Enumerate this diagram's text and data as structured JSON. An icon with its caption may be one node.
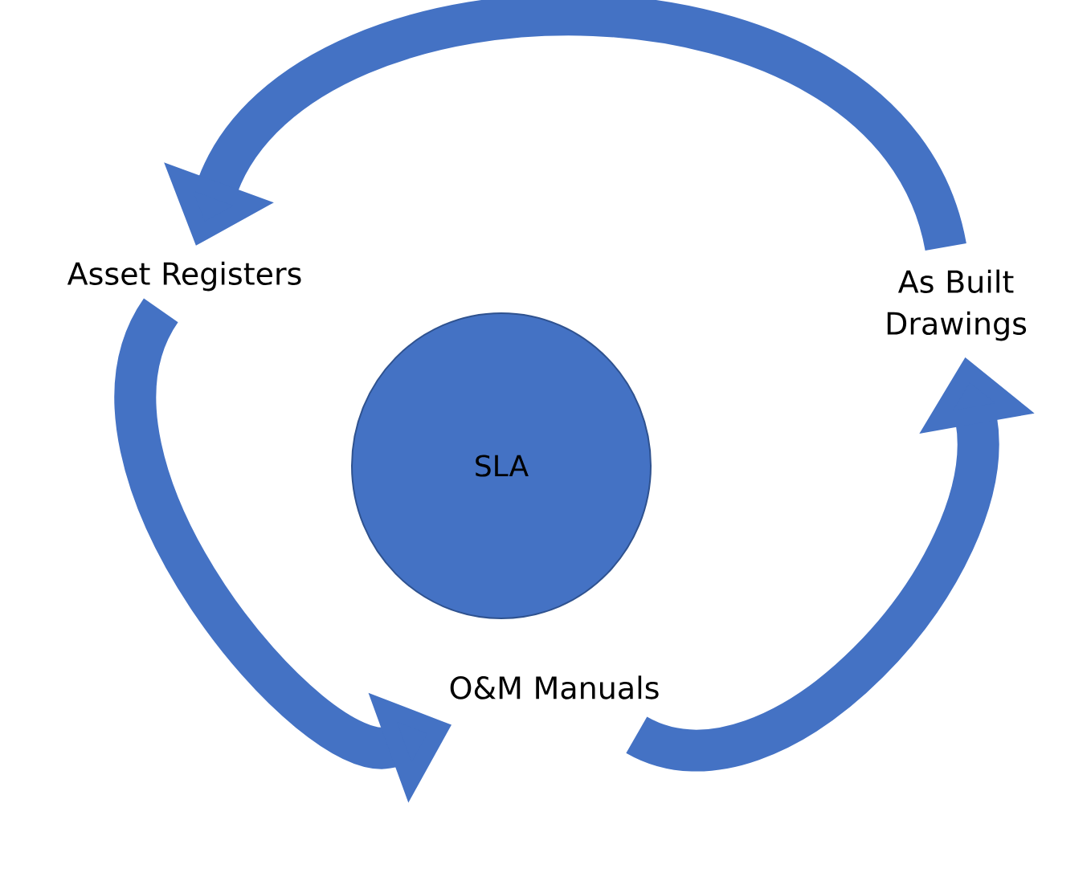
{
  "diagram": {
    "nodes": [
      {
        "text": [
          "SLA"
        ]
      },
      {
        "text": [
          "Asset Registers"
        ]
      },
      {
        "text": [
          "As Built Drawings"
        ]
      },
      {
        "text": [
          "O&M Manuals"
        ]
      }
    ],
    "edges": [
      {
        "from": 2,
        "to": 1,
        "arrow": "to"
      },
      {
        "from": 1,
        "to": 3,
        "arrow": "to"
      },
      {
        "from": 3,
        "to": 2,
        "arrow": "to"
      }
    ]
  }
}
